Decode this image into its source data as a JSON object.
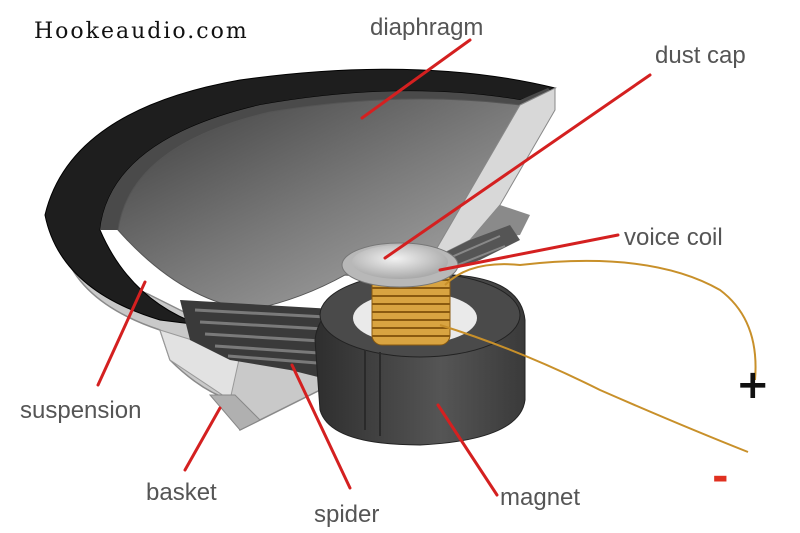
{
  "watermark": "Hookeaudio.com",
  "labels": {
    "diaphragm": "diaphragm",
    "dust_cap": "dust cap",
    "voice_coil": "voice coil",
    "suspension": "suspension",
    "basket": "basket",
    "spider": "spider",
    "magnet": "magnet",
    "plus": "+",
    "minus": "-"
  },
  "colors": {
    "leader": "#d42020",
    "label": "#555555",
    "minus": "#e03020",
    "coil": "#c8902a"
  }
}
